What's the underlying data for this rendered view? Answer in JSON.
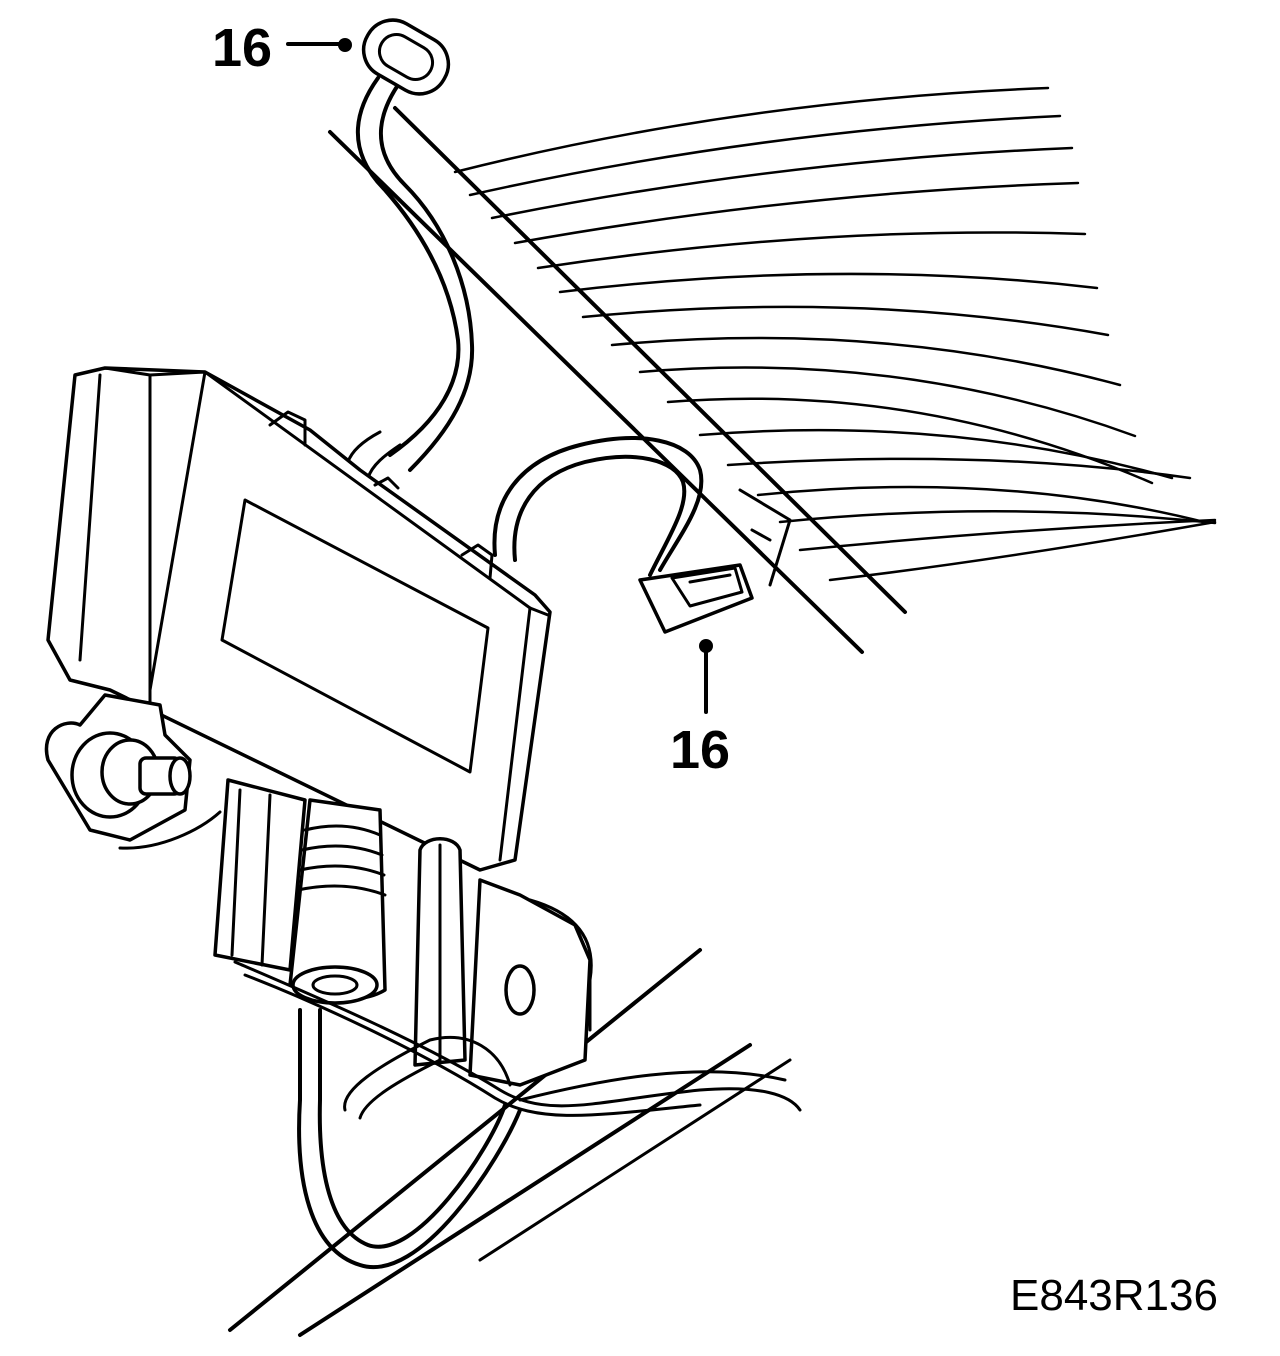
{
  "callouts": {
    "top_label": "16",
    "bottom_label": "16"
  },
  "reference_code": "E843R136"
}
